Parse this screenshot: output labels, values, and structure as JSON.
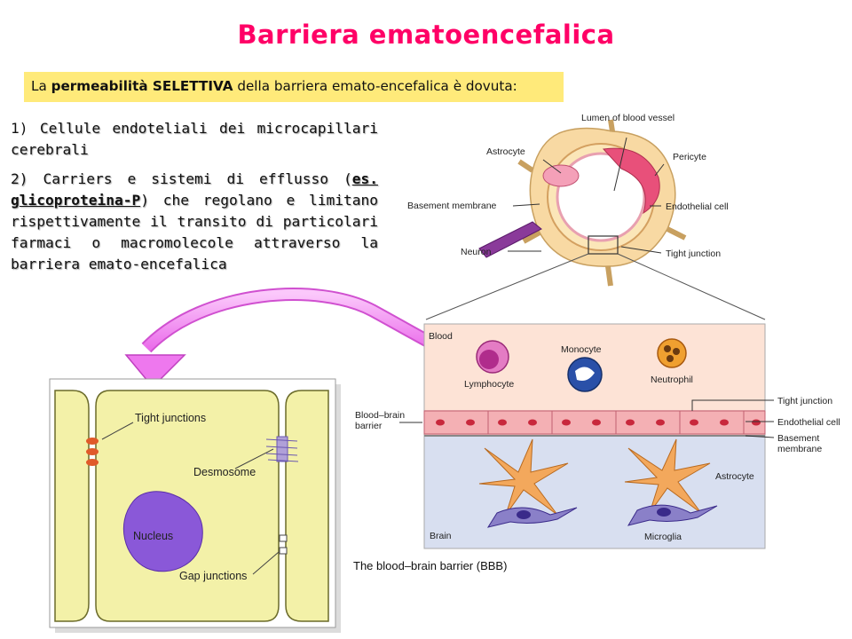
{
  "title": "Barriera ematoencefalica",
  "intro": {
    "before": "La ",
    "bold": "permeabilità SELETTIVA",
    "after": " della barriera emato-encefalica è dovuta:"
  },
  "points": [
    {
      "num": "1) ",
      "text": "Cellule endoteliali dei microcapillari cerebrali"
    },
    {
      "num": "2) ",
      "text_a": "Carriers e sistemi di efflusso (",
      "underline": "es. glicoproteina-P",
      "text_b": ") che regolano e limitano rispettivamente il transito di particolari farmaci o macromolecole attraverso la barriera emato-encefalica"
    }
  ],
  "capillary_labels": {
    "lumen": "Lumen of blood vessel",
    "astrocyte": "Astrocyte",
    "pericyte": "Pericyte",
    "basement": "Basement membrane",
    "endothelial": "Endothelial cell",
    "neuron": "Neuron",
    "tight": "Tight junction"
  },
  "bbb_labels": {
    "blood": "Blood",
    "monocyte": "Monocyte",
    "lymphocyte": "Lymphocyte",
    "neutrophil": "Neutrophil",
    "bbb_line1": "Blood–brain",
    "bbb_line2": "barrier",
    "tight": "Tight junction",
    "endothelial": "Endothelial cell",
    "basement_line1": "Basement",
    "basement_line2": "membrane",
    "astrocyte": "Astrocyte",
    "brain": "Brain",
    "microglia": "Microglia",
    "caption": "The blood–brain barrier (BBB)"
  },
  "cell_labels": {
    "tight_junctions": "Tight junctions",
    "desmosome": "Desmosome",
    "nucleus": "Nucleus",
    "gap_junctions": "Gap junctions"
  },
  "colors": {
    "title": "#ff0066",
    "intro_bg": "#ffea7a",
    "arrow": "#f080f0",
    "cell_fill": "#f3f1a8",
    "nucleus": "#8a58d8",
    "blood_bg": "#fde3d6",
    "brain_bg": "#d8dff0"
  }
}
